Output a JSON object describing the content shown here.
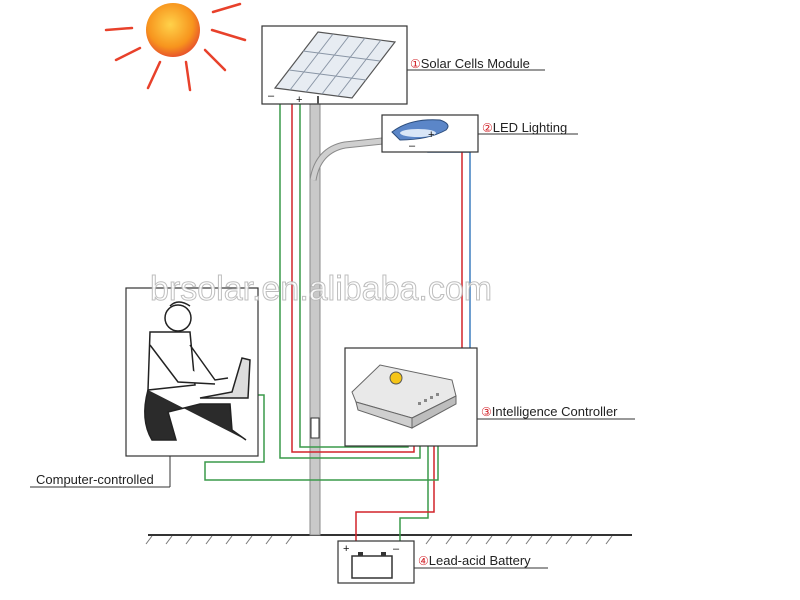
{
  "labels": {
    "solar_num": "①",
    "solar": "Solar Cells Module",
    "led_num": "②",
    "led": "LED Lighting",
    "controller_num": "③",
    "controller": "Intelligence Controller",
    "battery_num": "④",
    "battery": "Lead-acid Battery",
    "computer": "Computer-controlled"
  },
  "terminals": {
    "minus": "–",
    "plus": "+"
  },
  "watermark": "brsolar.en.alibaba.com",
  "colors": {
    "sun": "#f7941d",
    "sun_rays": "#e8412b",
    "wire_red": "#d2232a",
    "wire_green": "#3a9a4a",
    "wire_blue": "#3f7fbf",
    "pole": "#c7c7c7"
  }
}
